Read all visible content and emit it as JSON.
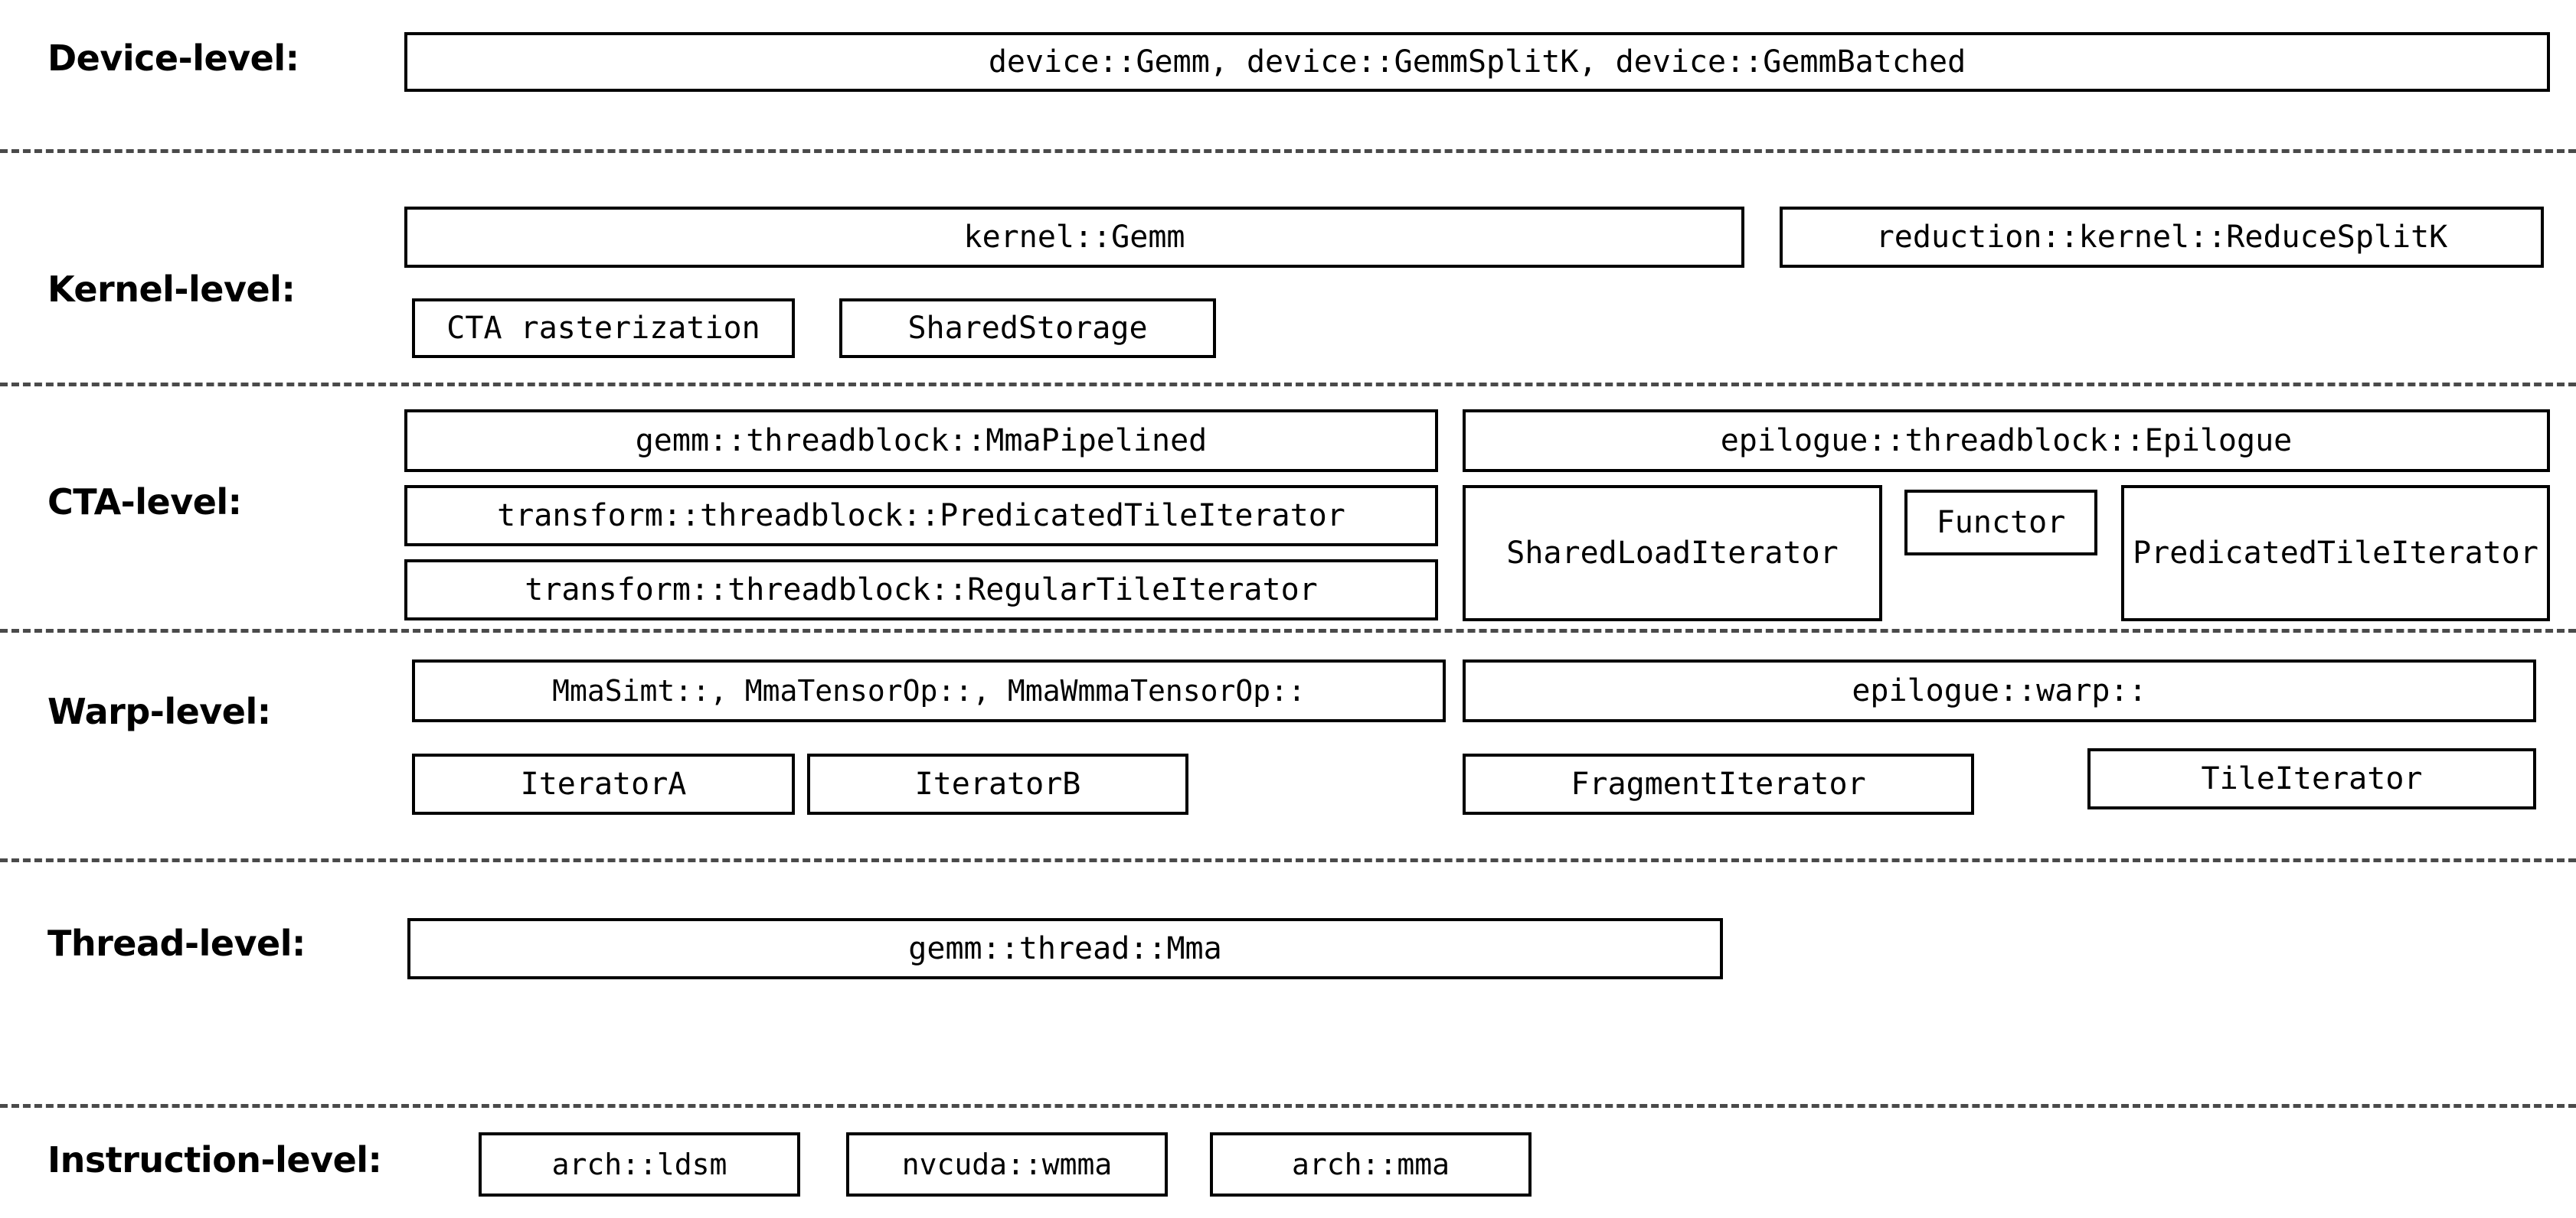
{
  "diagram": {
    "title": "CUTLASS GEMM hierarchy layers",
    "accent_color": "#000000",
    "divider_color": "#4a4a4a",
    "background_color": "#ffffff"
  },
  "levels": [
    {
      "id": "device",
      "label": "Device-level:",
      "boxes": [
        {
          "name": "device-gemm-box",
          "text": "device::Gemm, device::GemmSplitK, device::GemmBatched"
        }
      ]
    },
    {
      "id": "kernel",
      "label": "Kernel-level:",
      "boxes": [
        {
          "name": "kernel-gemm-box",
          "text": "kernel::Gemm"
        },
        {
          "name": "reduction-reducesplitk-box",
          "text": "reduction::kernel::ReduceSplitK"
        },
        {
          "name": "cta-rasterization-box",
          "text": "CTA rasterization"
        },
        {
          "name": "sharedstorage-box",
          "text": "SharedStorage"
        }
      ]
    },
    {
      "id": "cta",
      "label": "CTA-level:",
      "boxes": [
        {
          "name": "mmapipelined-box",
          "text": "gemm::threadblock::MmaPipelined"
        },
        {
          "name": "epilogue-threadblock-box",
          "text": "epilogue::threadblock::Epilogue"
        },
        {
          "name": "predicated-tile-iterator-box",
          "text": "transform::threadblock::PredicatedTileIterator"
        },
        {
          "name": "sharedloaditerator-box",
          "text": "SharedLoadIterator"
        },
        {
          "name": "functor-box",
          "text": "Functor"
        },
        {
          "name": "epilogue-predicated-tile-iterator-box",
          "text": "PredicatedTileIterator"
        },
        {
          "name": "regular-tile-iterator-box",
          "text": "transform::threadblock::RegularTileIterator"
        }
      ]
    },
    {
      "id": "warp",
      "label": "Warp-level:",
      "boxes": [
        {
          "name": "mma-warp-ops-box",
          "text": "MmaSimt::, MmaTensorOp::, MmaWmmaTensorOp::"
        },
        {
          "name": "epilogue-warp-box",
          "text": "epilogue::warp::"
        },
        {
          "name": "iterator-a-box",
          "text": "IteratorA"
        },
        {
          "name": "iterator-b-box",
          "text": "IteratorB"
        },
        {
          "name": "fragmentiterator-box",
          "text": "FragmentIterator"
        },
        {
          "name": "tileiterator-box",
          "text": "TileIterator"
        }
      ]
    },
    {
      "id": "thread",
      "label": "Thread-level:",
      "boxes": [
        {
          "name": "gemm-thread-mma-box",
          "text": "gemm::thread::Mma"
        }
      ]
    },
    {
      "id": "instruction",
      "label": "Instruction-level:",
      "boxes": [
        {
          "name": "arch-ldsm-box",
          "text": "arch::ldsm"
        },
        {
          "name": "nvcuda-wmma-box",
          "text": "nvcuda::wmma"
        },
        {
          "name": "arch-mma-box",
          "text": "arch::mma"
        }
      ]
    }
  ]
}
